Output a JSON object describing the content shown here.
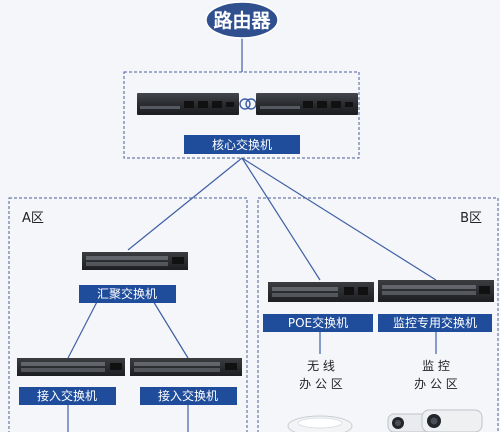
{
  "router": {
    "label": "路由器"
  },
  "core": {
    "label": "核心交换机"
  },
  "zone_a": {
    "label": "A区",
    "aggregation_label": "汇聚交换机",
    "access_left_label": "接入交换机",
    "access_right_label": "接入交换机"
  },
  "zone_b": {
    "label": "B区",
    "poe_label": "POE交换机",
    "monitor_label": "监控专用交换机",
    "wireless_office": {
      "line1": "无 线",
      "line2": "办 公 区"
    },
    "monitor_office": {
      "line1": "监 控",
      "line2": "办 公 区"
    }
  },
  "colors": {
    "router_fill": "#2f4f8f",
    "label_fill": "#1f4d9c",
    "link_line": "#3f5fa5",
    "dashed_border": "#4a5f99",
    "device_body": "#2b2d31"
  }
}
